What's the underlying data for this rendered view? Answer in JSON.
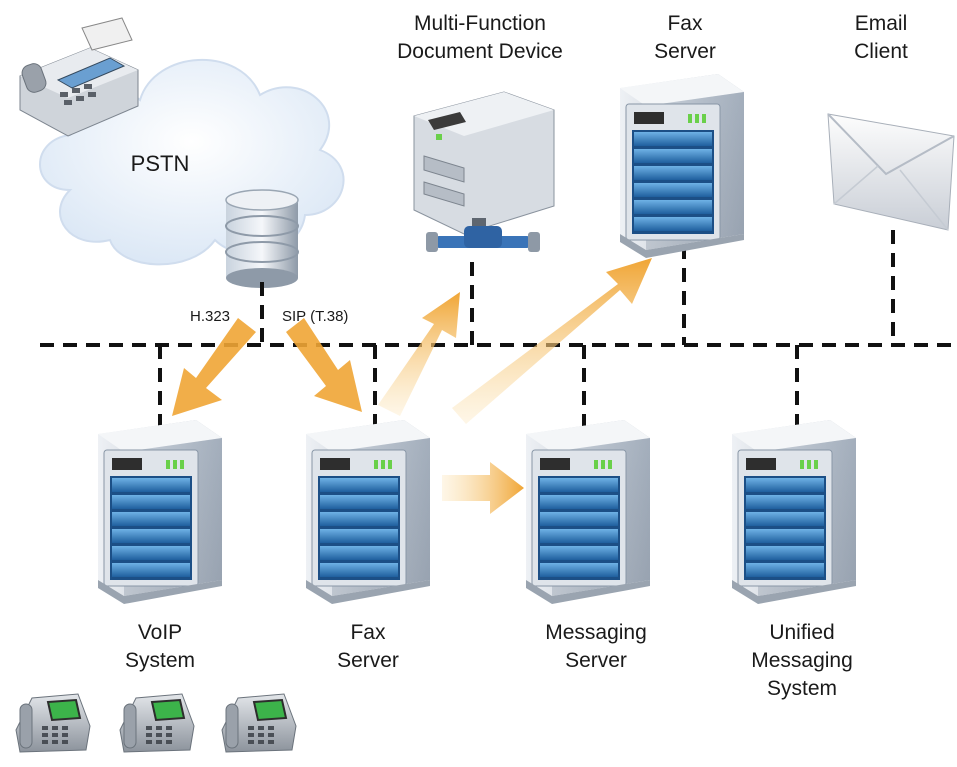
{
  "labels": {
    "pstn": "PSTN",
    "mfd": [
      "Multi-Function",
      "Document Device"
    ],
    "fax_server_top": [
      "Fax",
      "Server"
    ],
    "email_client": [
      "Email",
      "Client"
    ],
    "voip_system": [
      "VoIP",
      "System"
    ],
    "fax_server_bottom": [
      "Fax",
      "Server"
    ],
    "messaging_server": [
      "Messaging",
      "Server"
    ],
    "unified_messaging": [
      "Unified",
      "Messaging",
      "System"
    ]
  },
  "protocols": {
    "h323": "H.323",
    "sip": "SIP (T.38)"
  },
  "colors": {
    "arrow": "#f0a535",
    "arrow_light": "#f8d58d",
    "network_line": "#111111",
    "cloud": "#e4eef9",
    "server_body": "#d5dbe3",
    "server_panel": "#3a86c8"
  },
  "icons": [
    "fax-machine-icon",
    "cloud-icon",
    "database-icon",
    "printer-icon",
    "server-icon",
    "envelope-icon",
    "desk-phone-icon"
  ]
}
